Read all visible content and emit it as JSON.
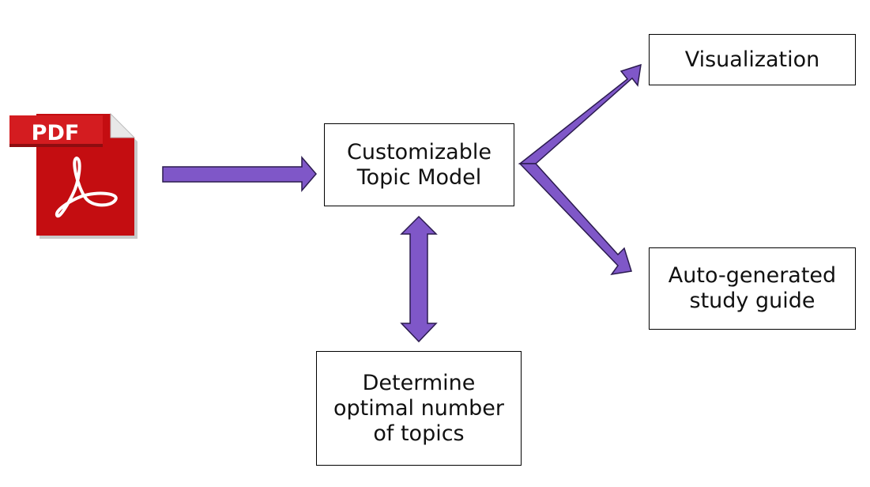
{
  "diagram": {
    "pdf_icon": {
      "badge_text": "PDF",
      "icon": "pdf-file-icon"
    },
    "nodes": {
      "topic_model": {
        "lines": [
          "Customizable",
          "Topic Model"
        ]
      },
      "visualization": {
        "lines": [
          "Visualization"
        ]
      },
      "study_guide": {
        "lines": [
          "Auto-generated",
          "study guide"
        ]
      },
      "optimal_topics": {
        "lines": [
          "Determine",
          "optimal number",
          "of topics"
        ]
      }
    },
    "colors": {
      "arrow_fill": "#7f57c8",
      "arrow_stroke": "#2b1b4f",
      "pdf_red": "#c40d11",
      "pdf_badge": "#cf1b1f"
    }
  }
}
